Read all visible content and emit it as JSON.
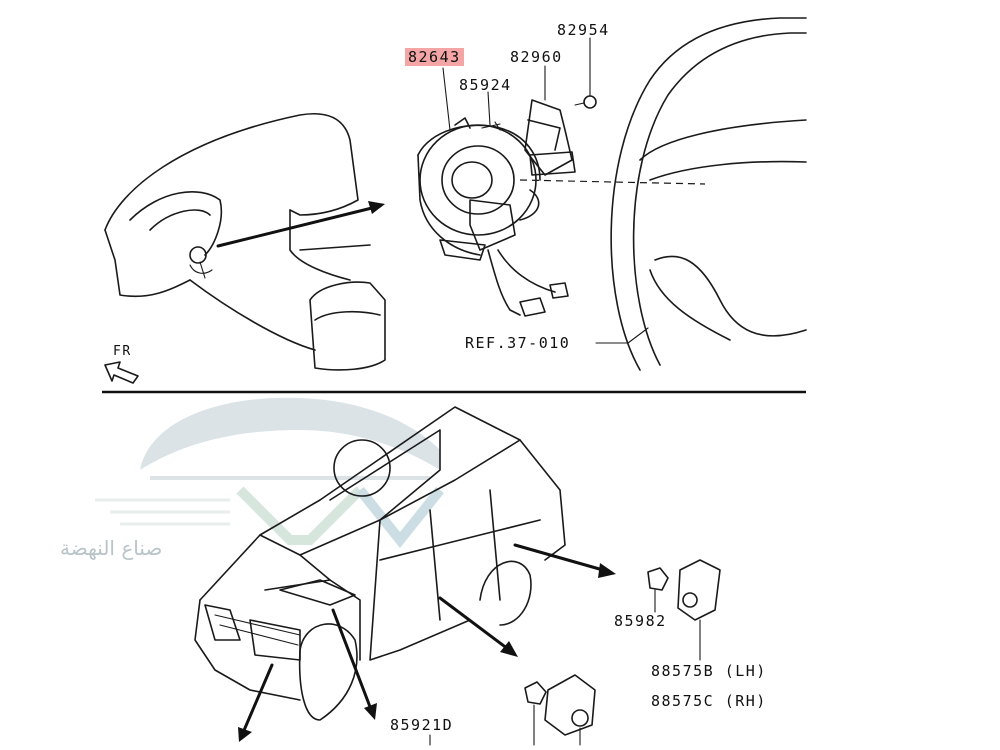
{
  "diagram": {
    "callouts": {
      "p82643": "82643",
      "p82954": "82954",
      "p82960": "82960",
      "p85924": "85924",
      "ref": "REF.37-010",
      "fr": "FR",
      "p85982": "85982",
      "p88575b": "88575B (LH)",
      "p88575c": "88575C (RH)",
      "p85921d": "85921D"
    },
    "highlight_color": "#f4a6a6",
    "watermark": {
      "text": "صناع النهضة",
      "color": "#b9c4c9"
    }
  }
}
